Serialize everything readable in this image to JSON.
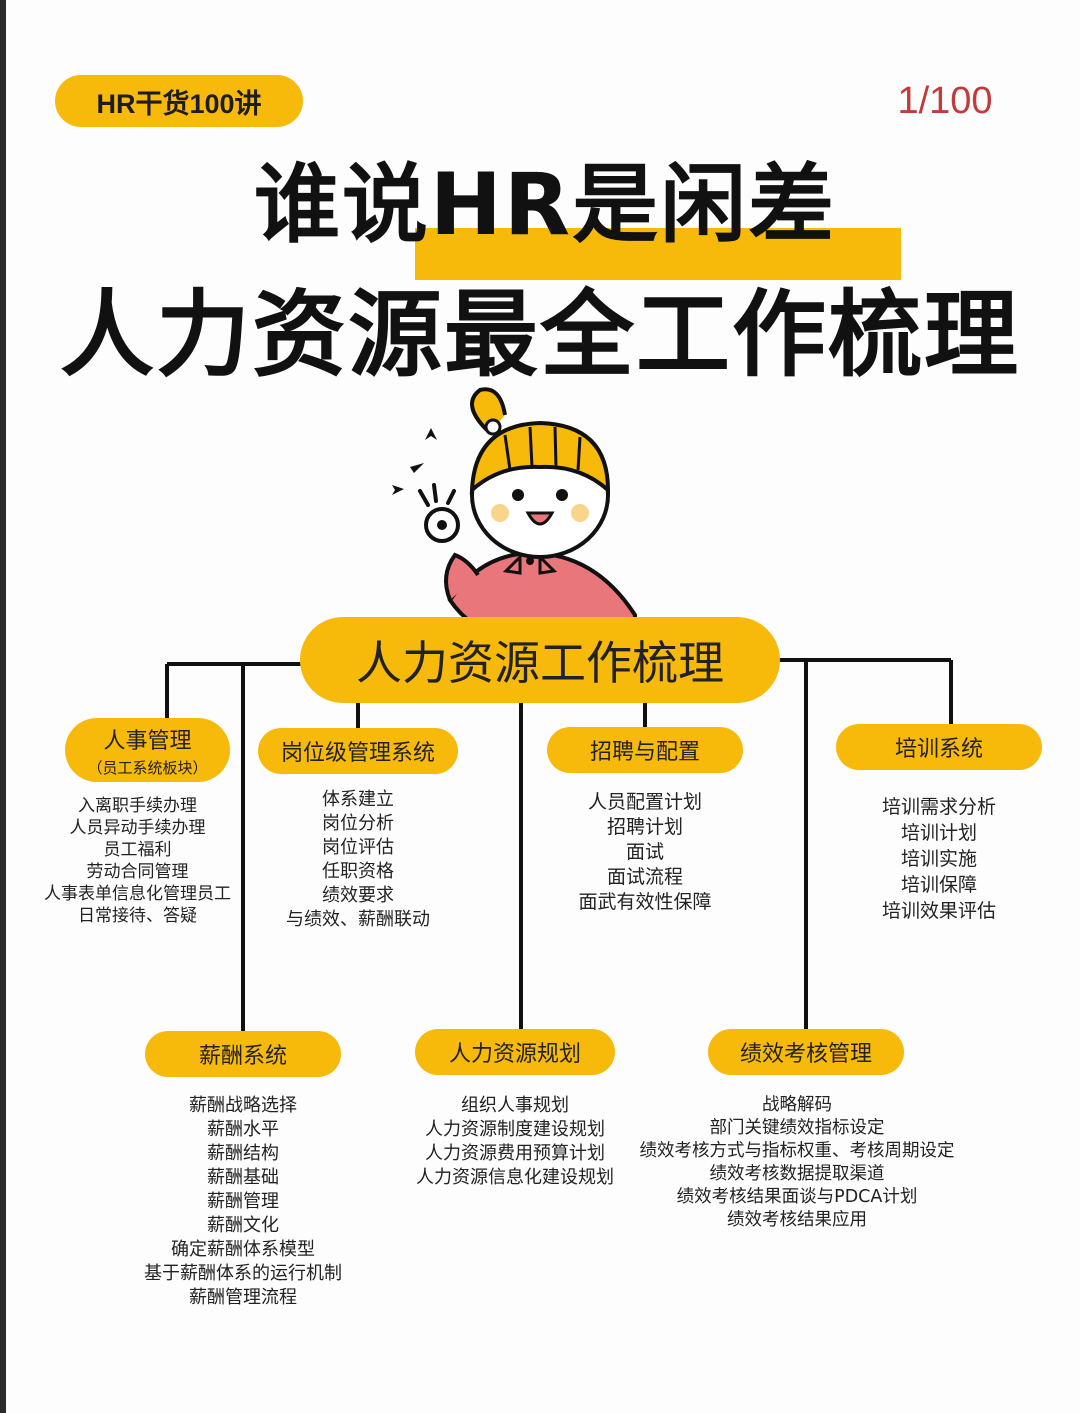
{
  "header": {
    "series_label": "HR干货100讲",
    "page_counter": "1/100"
  },
  "title": {
    "line1": "谁说HR是闲差",
    "line2": "人力资源最全工作梳理"
  },
  "colors": {
    "accent": "#f7b90a",
    "counter": "#c23a3a",
    "text": "#222222"
  },
  "diagram": {
    "root": "人力资源工作梳理",
    "modules": [
      {
        "label": "人事管理",
        "sublabel": "（员工系统板块）",
        "items": [
          "入离职手续办理",
          "人员异动手续办理",
          "员工福利",
          "劳动合同管理",
          "人事表单信息化管理员工",
          "日常接待、答疑"
        ]
      },
      {
        "label": "岗位级管理系统",
        "items": [
          "体系建立",
          "岗位分析",
          "岗位评估",
          "任职资格",
          "绩效要求",
          "与绩效、薪酬联动"
        ]
      },
      {
        "label": "招聘与配置",
        "items": [
          "人员配置计划",
          "招聘计划",
          "面试",
          "面试流程",
          "面武有效性保障"
        ]
      },
      {
        "label": "培训系统",
        "items": [
          "培训需求分析",
          "培训计划",
          "培训实施",
          "培训保障",
          "培训效果评估"
        ]
      },
      {
        "label": "薪酬系统",
        "items": [
          "薪酬战略选择",
          "薪酬水平",
          "薪酬结构",
          "薪酬基础",
          "薪酬管理",
          "薪酬文化",
          "确定薪酬体系模型",
          "基于薪酬体系的运行机制",
          "薪酬管理流程"
        ]
      },
      {
        "label": "人力资源规划",
        "items": [
          "组织人事规划",
          "人力资源制度建设规划",
          "人力资源费用预算计划",
          "人力资源信息化建设规划"
        ]
      },
      {
        "label": "绩效考核管理",
        "items": [
          "战略解码",
          "部门关键绩效指标设定",
          "绩效考核方式与指标权重、考核周期设定",
          "绩效考核数据提取渠道",
          "绩效考核结果面谈与PDCA计划",
          "绩效考核结果应用"
        ]
      }
    ]
  }
}
